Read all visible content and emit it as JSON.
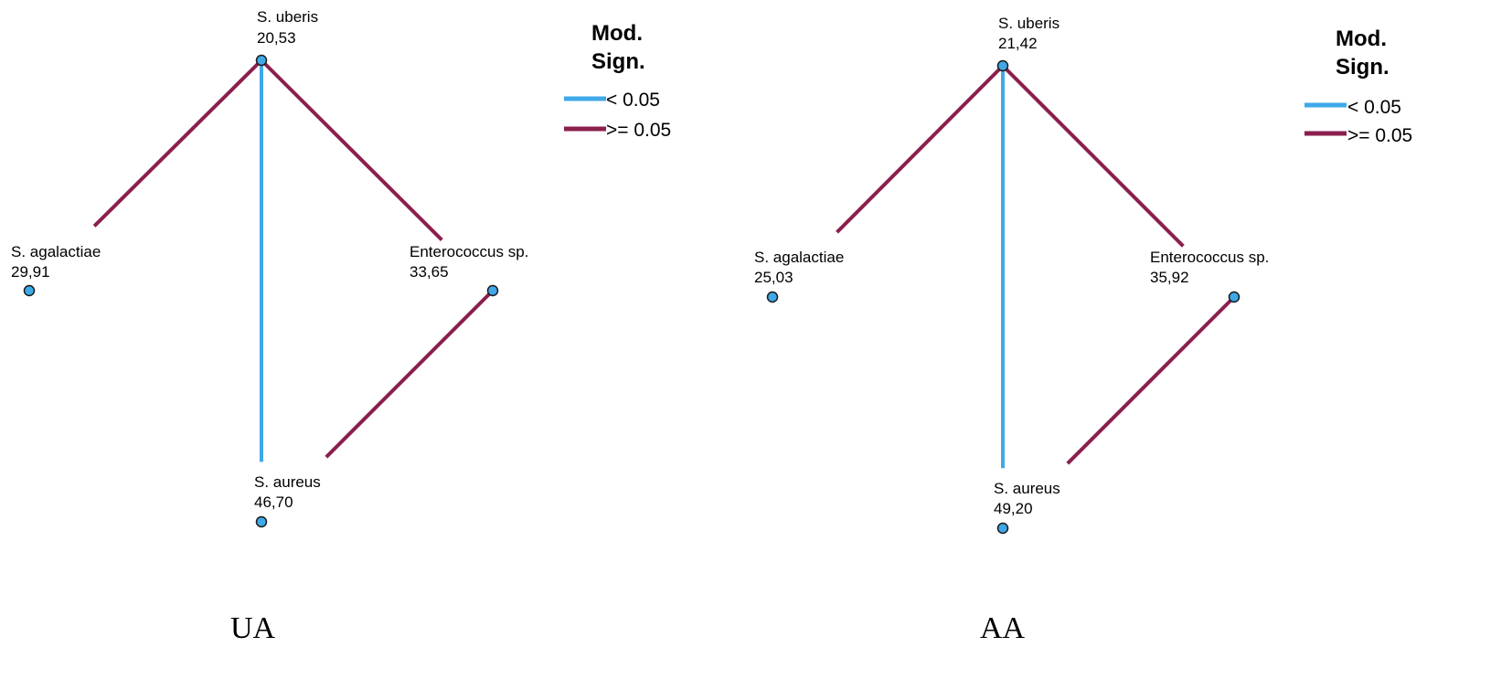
{
  "colors": {
    "significant": "#3FA9E8",
    "not_significant": "#8B1F4E",
    "node_fill": "#3FA9E8",
    "node_stroke": "#1A1A1A"
  },
  "legend": {
    "title_line1": "Mod.",
    "title_line2": "Sign.",
    "items": [
      {
        "label": "< 0.05",
        "class": "significant"
      },
      {
        "label": ">= 0.05",
        "class": "not_significant"
      }
    ]
  },
  "panels": [
    {
      "caption": "UA",
      "nodes": [
        {
          "id": "uberis",
          "name": "S. uberis",
          "value": "20,53"
        },
        {
          "id": "agalactiae",
          "name": "S. agalactiae",
          "value": "29,91"
        },
        {
          "id": "enterococcus",
          "name": "Enterococcus sp.",
          "value": "33,65"
        },
        {
          "id": "aureus",
          "name": "S. aureus",
          "value": "46,70"
        }
      ],
      "edges": [
        {
          "from": "uberis",
          "to": "agalactiae",
          "class": "not_significant"
        },
        {
          "from": "uberis",
          "to": "enterococcus",
          "class": "not_significant"
        },
        {
          "from": "uberis",
          "to": "aureus",
          "class": "significant"
        },
        {
          "from": "agalactiae",
          "to": "enterococcus",
          "class": "not_significant"
        },
        {
          "from": "agalactiae",
          "to": "aureus",
          "class": "not_significant"
        },
        {
          "from": "enterococcus",
          "to": "aureus",
          "class": "not_significant"
        }
      ]
    },
    {
      "caption": "AA",
      "nodes": [
        {
          "id": "uberis",
          "name": "S. uberis",
          "value": "21,42"
        },
        {
          "id": "agalactiae",
          "name": "S. agalactiae",
          "value": "25,03"
        },
        {
          "id": "enterococcus",
          "name": "Enterococcus sp.",
          "value": "35,92"
        },
        {
          "id": "aureus",
          "name": "S. aureus",
          "value": "49,20"
        }
      ],
      "edges": [
        {
          "from": "uberis",
          "to": "agalactiae",
          "class": "not_significant"
        },
        {
          "from": "uberis",
          "to": "enterococcus",
          "class": "not_significant"
        },
        {
          "from": "uberis",
          "to": "aureus",
          "class": "significant"
        },
        {
          "from": "agalactiae",
          "to": "enterococcus",
          "class": "not_significant"
        },
        {
          "from": "agalactiae",
          "to": "aureus",
          "class": "significant"
        },
        {
          "from": "enterococcus",
          "to": "aureus",
          "class": "not_significant"
        }
      ]
    }
  ]
}
